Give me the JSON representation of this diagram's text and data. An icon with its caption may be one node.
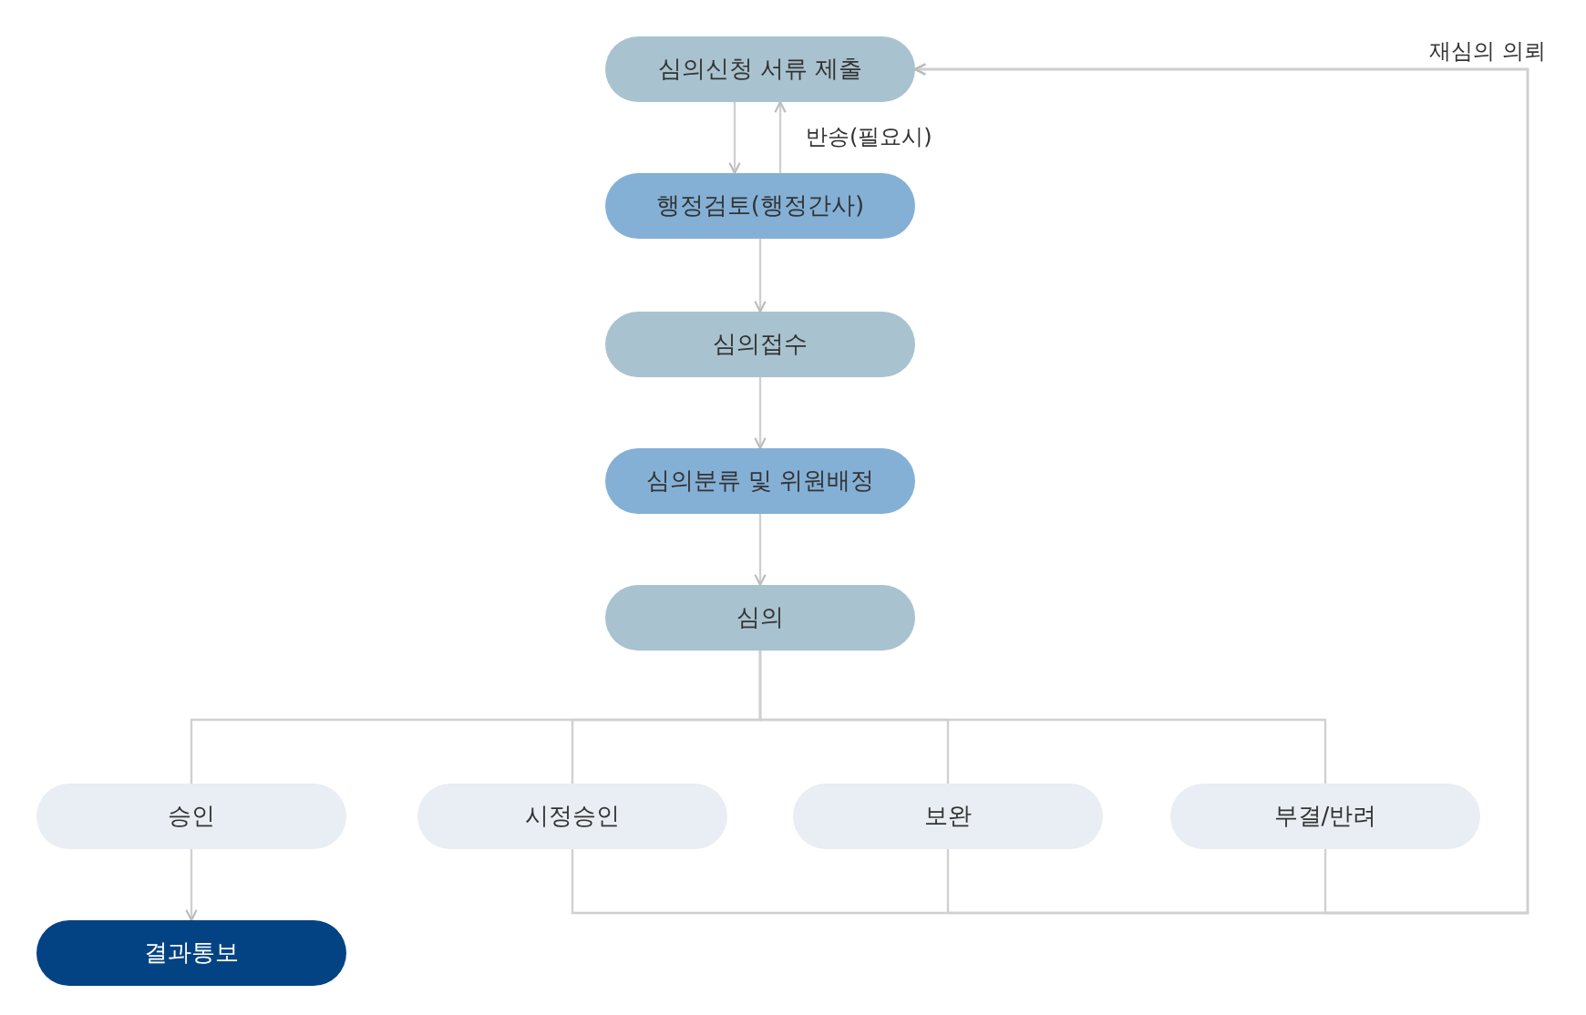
{
  "diagram": {
    "nodes": [
      {
        "text": [
          "심의신청 서류 제출"
        ]
      },
      {
        "text": [
          "행정검토(행정간사)"
        ]
      },
      {
        "text": [
          "심의접수"
        ]
      },
      {
        "text": [
          "심의분류 및 위원배정"
        ]
      },
      {
        "text": [
          "심의"
        ]
      },
      {
        "text": [
          "승인"
        ]
      },
      {
        "text": [
          "시정승인"
        ]
      },
      {
        "text": [
          "보완"
        ]
      },
      {
        "text": [
          "부결/반려"
        ]
      },
      {
        "text": [
          "결과통보"
        ]
      }
    ],
    "edges": [
      {
        "from": 0,
        "to": 1,
        "arrow": "to"
      },
      {
        "from": 1,
        "to": 0,
        "arrow": "to",
        "label": "반송(필요시)"
      },
      {
        "from": 1,
        "to": 2,
        "arrow": "to"
      },
      {
        "from": 2,
        "to": 3,
        "arrow": "to"
      },
      {
        "from": 3,
        "to": 4,
        "arrow": "to"
      },
      {
        "from": 4,
        "to": 5,
        "arrow": "none"
      },
      {
        "from": 4,
        "to": 6,
        "arrow": "none"
      },
      {
        "from": 4,
        "to": 7,
        "arrow": "none"
      },
      {
        "from": 4,
        "to": 8,
        "arrow": "none"
      },
      {
        "from": 5,
        "to": 9,
        "arrow": "to"
      },
      {
        "from": 6,
        "to": 0,
        "arrow": "to"
      },
      {
        "from": 7,
        "to": 0,
        "arrow": "to"
      },
      {
        "from": 8,
        "to": 0,
        "arrow": "to",
        "label": "재심의 의뢰"
      }
    ]
  }
}
